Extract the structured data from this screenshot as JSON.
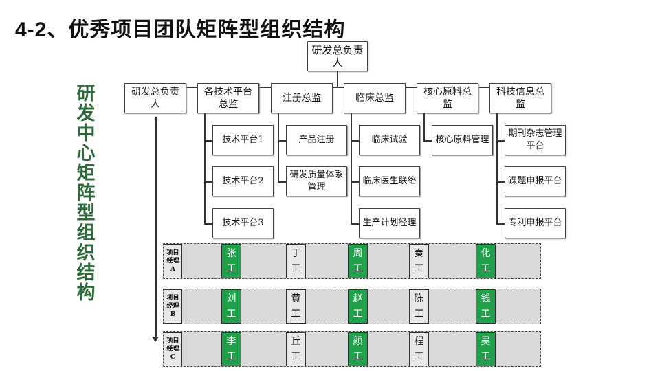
{
  "title": "4-2、优秀项目团队矩阵型组织结构",
  "side_title": "研发中心矩阵型组织结构",
  "root": "研发总负责人",
  "directors": [
    "研发总负责人",
    "各技术平台总监",
    "注册总监",
    "临床总监",
    "核心原料总监",
    "科技信息总监"
  ],
  "subunits": [
    [
      "技术平台1",
      "技术平台2",
      "技术平台3"
    ],
    [
      "产品注册",
      "研发质量体系管理"
    ],
    [
      "临床试验",
      "临床医生联络",
      "生产计划经理"
    ],
    [
      "核心原料管理"
    ],
    [
      "期刊杂志管理平台",
      "课题申报平台",
      "专利申报平台"
    ]
  ],
  "project_rows": [
    {
      "label": "项目经理A",
      "members": [
        "张工",
        "丁工",
        "周工",
        "秦工",
        "化工"
      ]
    },
    {
      "label": "项目经理B",
      "members": [
        "刘工",
        "黄工",
        "赵工",
        "陈工",
        "钱工"
      ]
    },
    {
      "label": "项目经理C",
      "members": [
        "李工",
        "丘工",
        "颜工",
        "程工",
        "吴工"
      ]
    }
  ],
  "colors": {
    "green": "#21a04b",
    "side_title": "#2d6a3a"
  }
}
